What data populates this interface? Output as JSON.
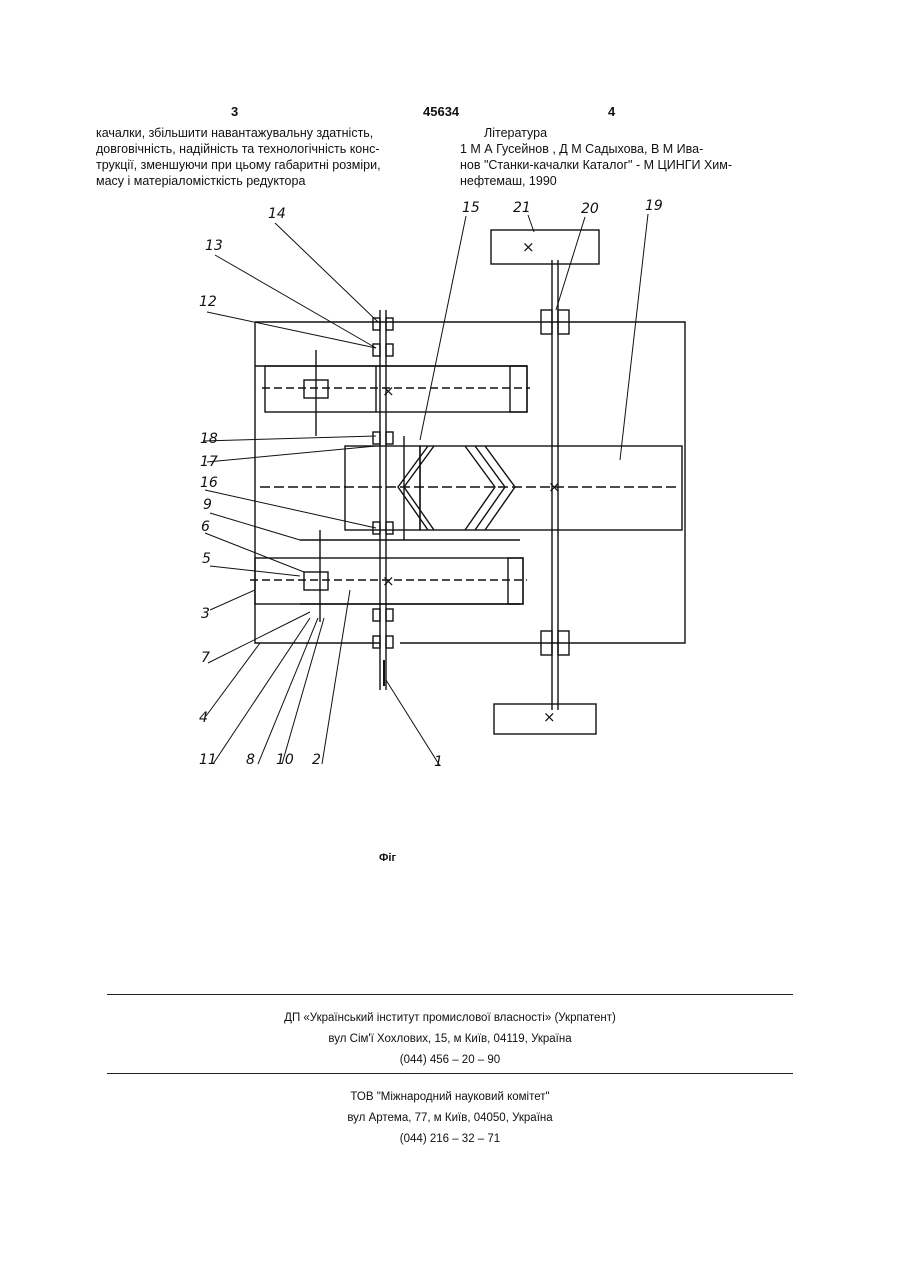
{
  "header": {
    "page_left": "3",
    "patent_number": "45634",
    "page_right": "4"
  },
  "left_column": {
    "lines": [
      "качалки, збільшити навантажувальну здатність,",
      "довговічність, надійність та технологічність конс-",
      "трукції, зменшуючи при цьому габаритні розміри,",
      "масу і матеріаломісткість редуктора"
    ]
  },
  "right_column": {
    "title": "Література",
    "lines": [
      "1 М А Гусейнов , Д М Садыхова, В М Ива-",
      "нов \"Станки-качалки Каталог\" - М  ЦИНГИ Хим-",
      "нефтемаш, 1990"
    ]
  },
  "figure": {
    "labels": [
      "14",
      "13",
      "12",
      "15",
      "21",
      "20",
      "19",
      "18",
      "17",
      "16",
      "9",
      "6",
      "5",
      "3",
      "7",
      "4",
      "11",
      "8",
      "10",
      "2",
      "1"
    ],
    "center_mark": "×",
    "caption": "Фіг"
  },
  "footer": {
    "block1": [
      "ДП «Український інститут промислової власності» (Укрпатент)",
      "вул  Сім'ї Хохлових, 15, м  Київ, 04119, Україна",
      "(044) 456 – 20 –  90"
    ],
    "block2": [
      "ТОВ \"Міжнародний науковий комітет\"",
      "вул  Артема, 77, м  Київ, 04050, Україна",
      "(044) 216 – 32 – 71"
    ]
  }
}
